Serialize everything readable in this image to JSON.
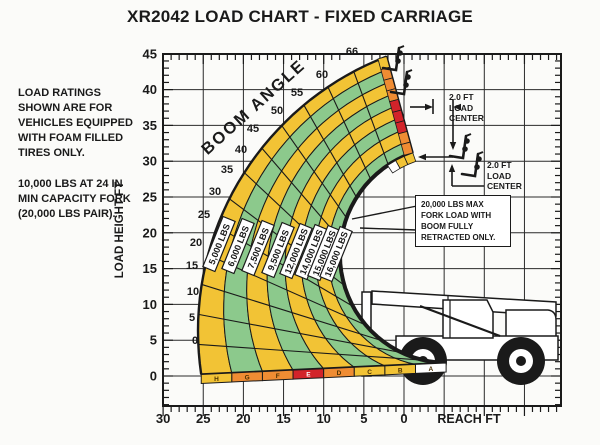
{
  "title": "XR2042 LOAD CHART - FIXED CARRIAGE",
  "notes": {
    "load_ratings": [
      "LOAD RATINGS",
      "SHOWN ARE FOR",
      "VEHICLES EQUIPPED",
      "WITH FOAM FILLED",
      "TIRES ONLY."
    ],
    "capacity_fork": [
      "10,000 LBS AT 24 IN",
      "MIN CAPACITY FORK",
      "(20,000 LBS PAIR)."
    ]
  },
  "callouts": {
    "load_center_top": [
      "2.0 FT",
      "LOAD",
      "CENTER"
    ],
    "load_center_mid": [
      "2.0 FT",
      "LOAD",
      "CENTER"
    ],
    "max_fork_load": [
      "20,000 LBS MAX",
      "FORK LOAD WITH",
      "BOOM FULLY",
      "RETRACTED ONLY."
    ]
  },
  "icons": [
    "fork-load-center-icon",
    "telehandler-side-view"
  ],
  "chart_data": {
    "type": "area",
    "subtype": "telehandler-load-capacity-fan-chart",
    "title": "XR2042 LOAD CHART - FIXED CARRIAGE",
    "xlabel": "REACH FT",
    "ylabel": "LOAD HEIGHT FT",
    "x_ticks": [
      30,
      25,
      20,
      15,
      10,
      5,
      0
    ],
    "y_ticks": [
      45,
      40,
      35,
      30,
      25,
      20,
      15,
      10,
      5,
      0
    ],
    "x_range_ft": [
      30,
      -20
    ],
    "y_range_ft": [
      -4,
      45
    ],
    "grid": "on, 5 ft spacing both axes",
    "boom_angle_label": "BOOM ANGLE",
    "boom_angle_ticks": [
      66,
      60,
      55,
      50,
      45,
      40,
      35,
      30,
      25,
      20,
      15,
      10,
      5,
      0
    ],
    "capacity_bands": [
      {
        "label": "5,000 LBS",
        "color": "#F2C335"
      },
      {
        "label": "6,000 LBS",
        "color": "#8CC98C"
      },
      {
        "label": "7,500 LBS",
        "color": "#F2C335"
      },
      {
        "label": "9,500 LBS",
        "color": "#8CC98C"
      },
      {
        "label": "12,000 LBS",
        "color": "#F2C335"
      },
      {
        "label": "14,000 LBS",
        "color": "#8CC98C"
      },
      {
        "label": "15,000 LBS",
        "color": "#F2C335"
      },
      {
        "label": "16,000 LBS",
        "color": "#8CC98C"
      }
    ],
    "zone_letters": [
      {
        "letter": "H",
        "color": "#F2C335"
      },
      {
        "letter": "G",
        "color": "#EF8C33"
      },
      {
        "letter": "F",
        "color": "#EF8C33"
      },
      {
        "letter": "E",
        "color": "#D2232A"
      },
      {
        "letter": "D",
        "color": "#EF8C33"
      },
      {
        "letter": "C",
        "color": "#F2C335"
      },
      {
        "letter": "B",
        "color": "#F2C335"
      },
      {
        "letter": "A",
        "color": "#FFFFFF"
      }
    ],
    "retract_edge_blocks": [
      "#F2C335",
      "#EF8C33",
      "#EF8C33",
      "#EF8C33",
      "#D2232A",
      "#D2232A",
      "#D2232A",
      "#EF8C33",
      "#EF8C33",
      "#F2C335",
      "#F2C335",
      "#FFFFFF"
    ],
    "colors": {
      "green": "#8CC98C",
      "yellow": "#F2C335",
      "orange": "#EF8C33",
      "red": "#D2232A",
      "line": "#1a1a1a"
    }
  }
}
